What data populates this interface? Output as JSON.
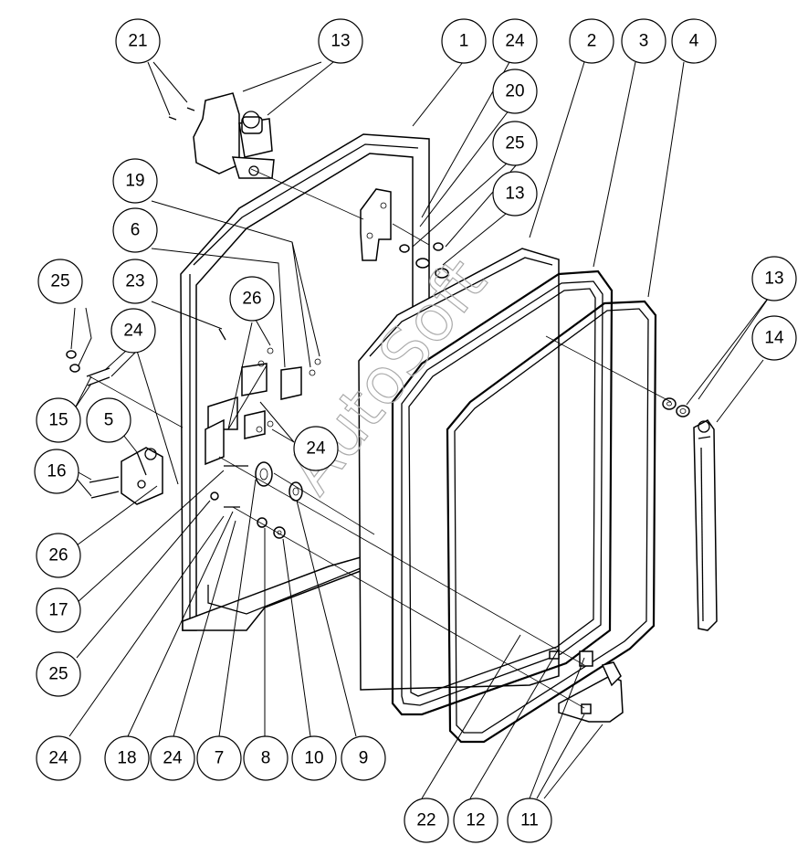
{
  "watermark": "AutoSoft",
  "callouts": {
    "c21": "21",
    "c13a": "13",
    "c1": "1",
    "c24a": "24",
    "c2": "2",
    "c3": "3",
    "c4": "4",
    "c20": "20",
    "c25a": "25",
    "c13b": "13",
    "c19": "19",
    "c6": "6",
    "c25b": "25",
    "c23": "23",
    "c26a": "26",
    "c24b": "24",
    "c13c": "13",
    "c14": "14",
    "c15": "15",
    "c5": "5",
    "c24c": "24",
    "c16": "16",
    "c26b": "26",
    "c17": "17",
    "c25c": "25",
    "c24d": "24",
    "c18": "18",
    "c24e": "24",
    "c7": "7",
    "c8": "8",
    "c10": "10",
    "c9": "9",
    "c22": "22",
    "c12": "12",
    "c11": "11"
  }
}
